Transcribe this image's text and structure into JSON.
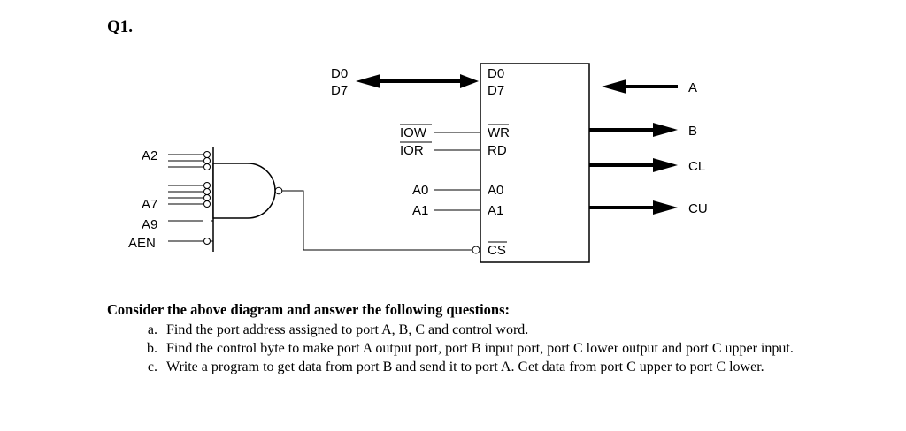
{
  "question_number": "Q1.",
  "diagram": {
    "bus_left_top": "D0",
    "bus_left_bottom": "D7",
    "ppi_pins": {
      "d0": "D0",
      "d7": "D7",
      "wr": "WR",
      "rd": "RD",
      "a0": "A0",
      "a1": "A1",
      "cs": "CS"
    },
    "bus_signals": {
      "iow": "IOW",
      "ior": "IOR",
      "a0": "A0",
      "a1": "A1"
    },
    "decoder_inputs": {
      "a2": "A2",
      "a7": "A7",
      "a9": "A9",
      "aen": "AEN"
    },
    "ports": {
      "a": "A",
      "b": "B",
      "cl": "CL",
      "cu": "CU"
    }
  },
  "questions": {
    "heading": "Consider the above diagram and answer the following questions:",
    "items": [
      "Find the port address assigned to port A, B, C and control word.",
      "Find the control byte to make port A output port, port B input port, port C lower output and port C upper input.",
      "Write a program to get data from port B and send it to port A. Get data from port C upper to port C lower."
    ]
  }
}
